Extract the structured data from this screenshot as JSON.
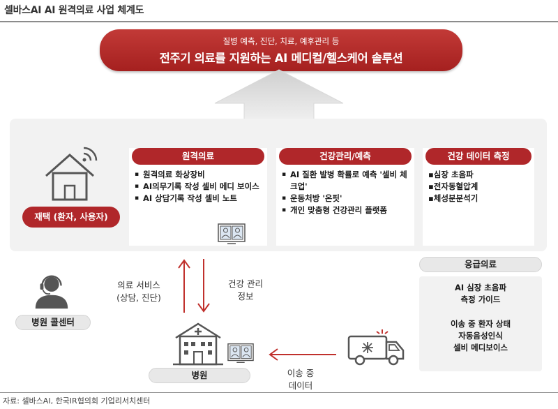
{
  "title": "셀바스AI AI 원격의료 사업 체계도",
  "banner": {
    "subtitle": "질병 예측, 진단, 치료, 예후관리 등",
    "main": "전주기 의료를 지원하는 AI 메디컬/헬스케어 솔루션"
  },
  "home": {
    "label": "재택 (환자, 사용자)"
  },
  "cards": {
    "telemedicine": {
      "title": "원격의료",
      "items": [
        "원격의료 화상장비",
        "AI의무기록 작성 셀비 메디 보이스",
        "AI 상담기록 작성 셀비 노트"
      ]
    },
    "health": {
      "title": "건강관리/예측",
      "items": [
        "AI 질환 발병 확률로 예측 '셀비 체크업'",
        "운동처방 '온핏'",
        "개인 맞춤형 건강관리 플랫폼"
      ]
    },
    "measure": {
      "title": "건강 데이터 측정",
      "items": [
        "▪심장 초음파",
        "▪전자동혈압계",
        "▪체성분분석기"
      ]
    }
  },
  "flows": {
    "medical_service": [
      "의료 서비스",
      "(상담, 진단)"
    ],
    "health_info": [
      "건강 관리",
      "정보"
    ],
    "transfer_data": [
      "이송 중",
      "데이터"
    ]
  },
  "call_center": {
    "label": "병원 콜센터"
  },
  "hospital": {
    "label": "병원"
  },
  "emergency": {
    "title": "응급의료",
    "group1": [
      "AI 심장 초음파",
      "측정 가이드"
    ],
    "group2": [
      "이송 중 환자 상태",
      "자동음성인식",
      "셀비 메디보이스"
    ]
  },
  "footer": "자료: 셀바스AI, 한국IR협의회 기업리서치센터",
  "colors": {
    "accent": "#b0272a",
    "panel": "#f2f2f2",
    "pill": "#e8e8e8"
  }
}
